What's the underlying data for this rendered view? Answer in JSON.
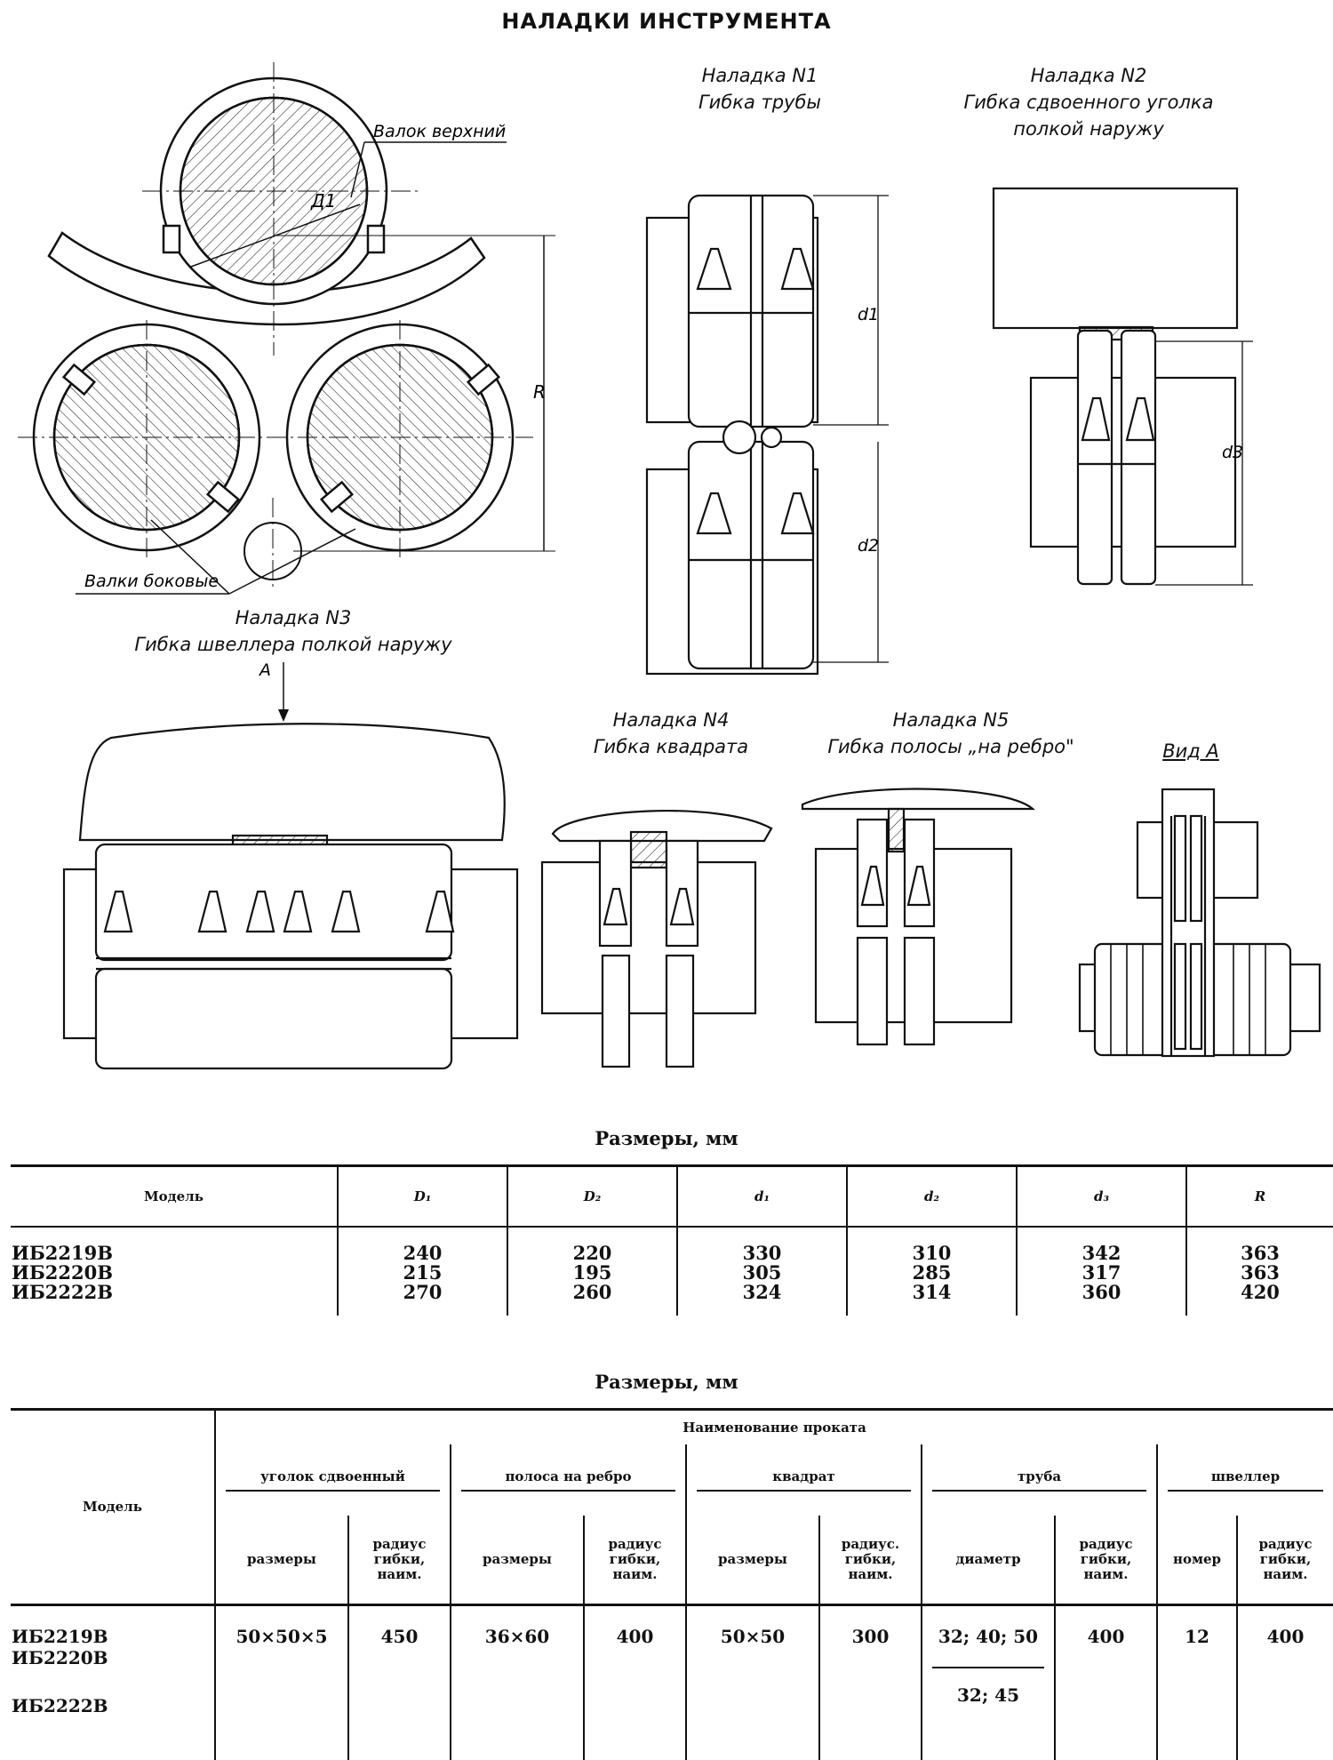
{
  "page_title": "НАЛАДКИ ИНСТРУМЕНТА",
  "figure_labels": {
    "upper_roll": "Валок верхний",
    "side_rolls": "Валки боковые",
    "D1": "Д1",
    "R": "R",
    "d1": "d1",
    "d2": "d2",
    "d3": "d3",
    "A": "A"
  },
  "setups": {
    "n1": {
      "title": "Наладка N1",
      "desc": "Гибка трубы"
    },
    "n2": {
      "title": "Наладка N2",
      "desc": "Гибка сдвоенного уголка",
      "desc2": "полкой наружу"
    },
    "n3": {
      "title": "Наладка N3",
      "desc": "Гибка швеллера полкой наружу"
    },
    "n4": {
      "title": "Наладка N4",
      "desc": "Гибка квадрата"
    },
    "n5": {
      "title": "Наладка N5",
      "desc": "Гибка полосы „на ребро\""
    },
    "view_a": "Вид А"
  },
  "table1": {
    "caption": "Размеры, мм",
    "headers": {
      "model": "Модель",
      "D1": "D₁",
      "D2": "D₂",
      "d1": "d₁",
      "d2": "d₂",
      "d3": "d₃",
      "R": "R"
    },
    "rows": [
      {
        "model": "ИБ2219В",
        "D1": "240",
        "D2": "220",
        "d1": "330",
        "d2": "310",
        "d3": "342",
        "R": "363"
      },
      {
        "model": "ИБ2220В",
        "D1": "215",
        "D2": "195",
        "d1": "305",
        "d2": "285",
        "d3": "317",
        "R": "363"
      },
      {
        "model": "ИБ2222В",
        "D1": "270",
        "D2": "260",
        "d1": "324",
        "d2": "314",
        "d3": "360",
        "R": "420"
      }
    ]
  },
  "table2": {
    "caption": "Размеры, мм",
    "model_header": "Модель",
    "group_header": "Наименование проката",
    "groups": [
      "уголок сдвоенный",
      "полоса на ребро",
      "квадрат",
      "труба",
      "швеллер"
    ],
    "subheaders": {
      "size": "размеры",
      "radius": "радиус гибки, наим.",
      "radius_dot": "радиус. гибки, наим.",
      "diameter": "диаметр",
      "number": "номер"
    },
    "rows": {
      "models_a": [
        "ИБ2219В",
        "ИБ2220В"
      ],
      "model_b": "ИБ2222В",
      "angle_size": "50×50×5",
      "angle_radius": "450",
      "strip_size": "36×60",
      "strip_radius": "400",
      "square_size": "50×50",
      "square_radius": "300",
      "pipe_diam_a": "32; 40; 50",
      "pipe_diam_b": "32; 45",
      "pipe_radius": "400",
      "channel_number": "12",
      "channel_radius": "400"
    }
  }
}
